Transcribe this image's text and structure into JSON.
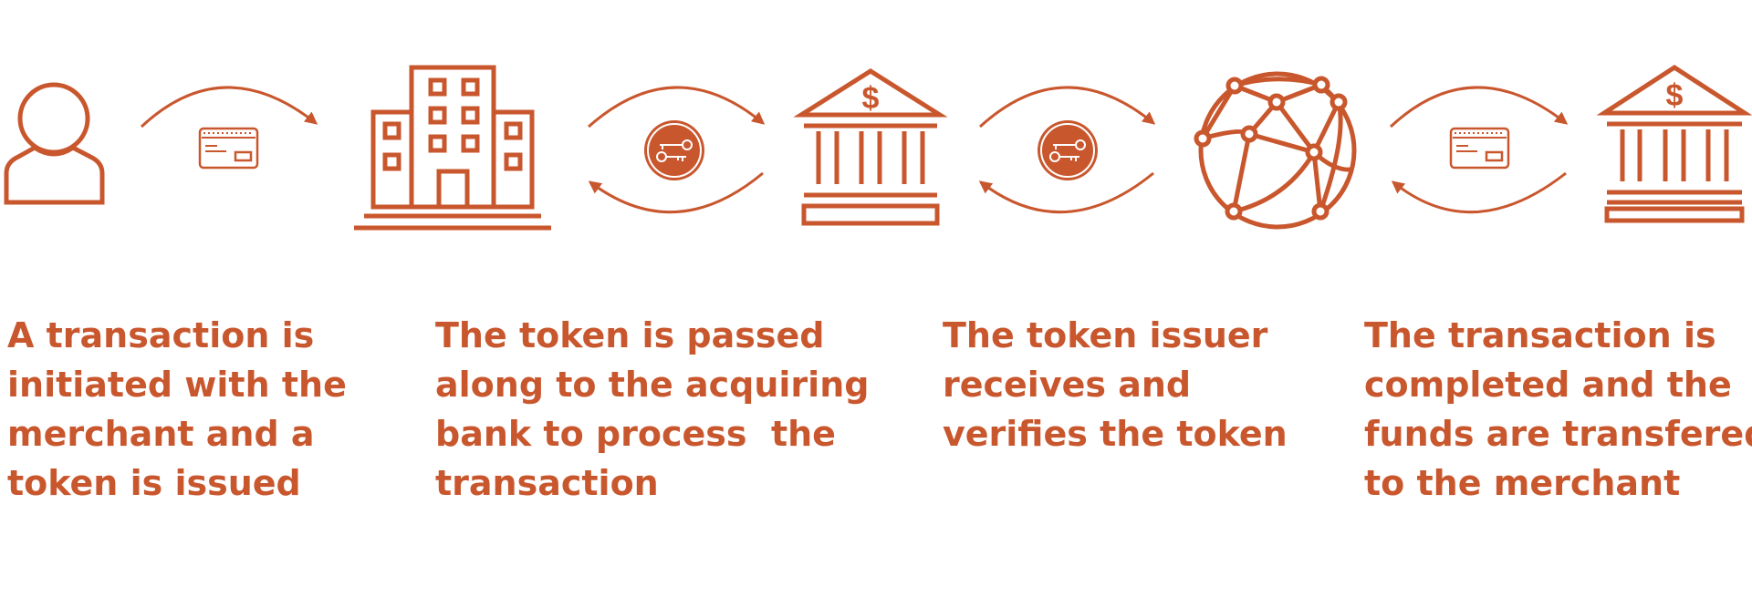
{
  "theme": {
    "accent": "#C9572E",
    "background": "#FFFFFF"
  },
  "icons": {
    "customer": "person-icon",
    "merchant": "office-building-icon",
    "acquiring_bank": "bank-icon",
    "token_network": "globe-network-icon",
    "issuing_bank": "bank-icon",
    "card": "credit-card-icon",
    "token": "token-keys-icon",
    "currency_symbol": "$"
  },
  "steps": [
    {
      "text": "A transaction is\ninitiated with the\nmerchant and a\ntoken is issued"
    },
    {
      "text": "The token is passed\nalong to the acquiring\nbank to process  the\ntransaction"
    },
    {
      "text": "The token issuer\nreceives and\nverifies the token"
    },
    {
      "text": "The transaction is\ncompleted and the\nfunds are transfered\nto the merchant"
    }
  ]
}
